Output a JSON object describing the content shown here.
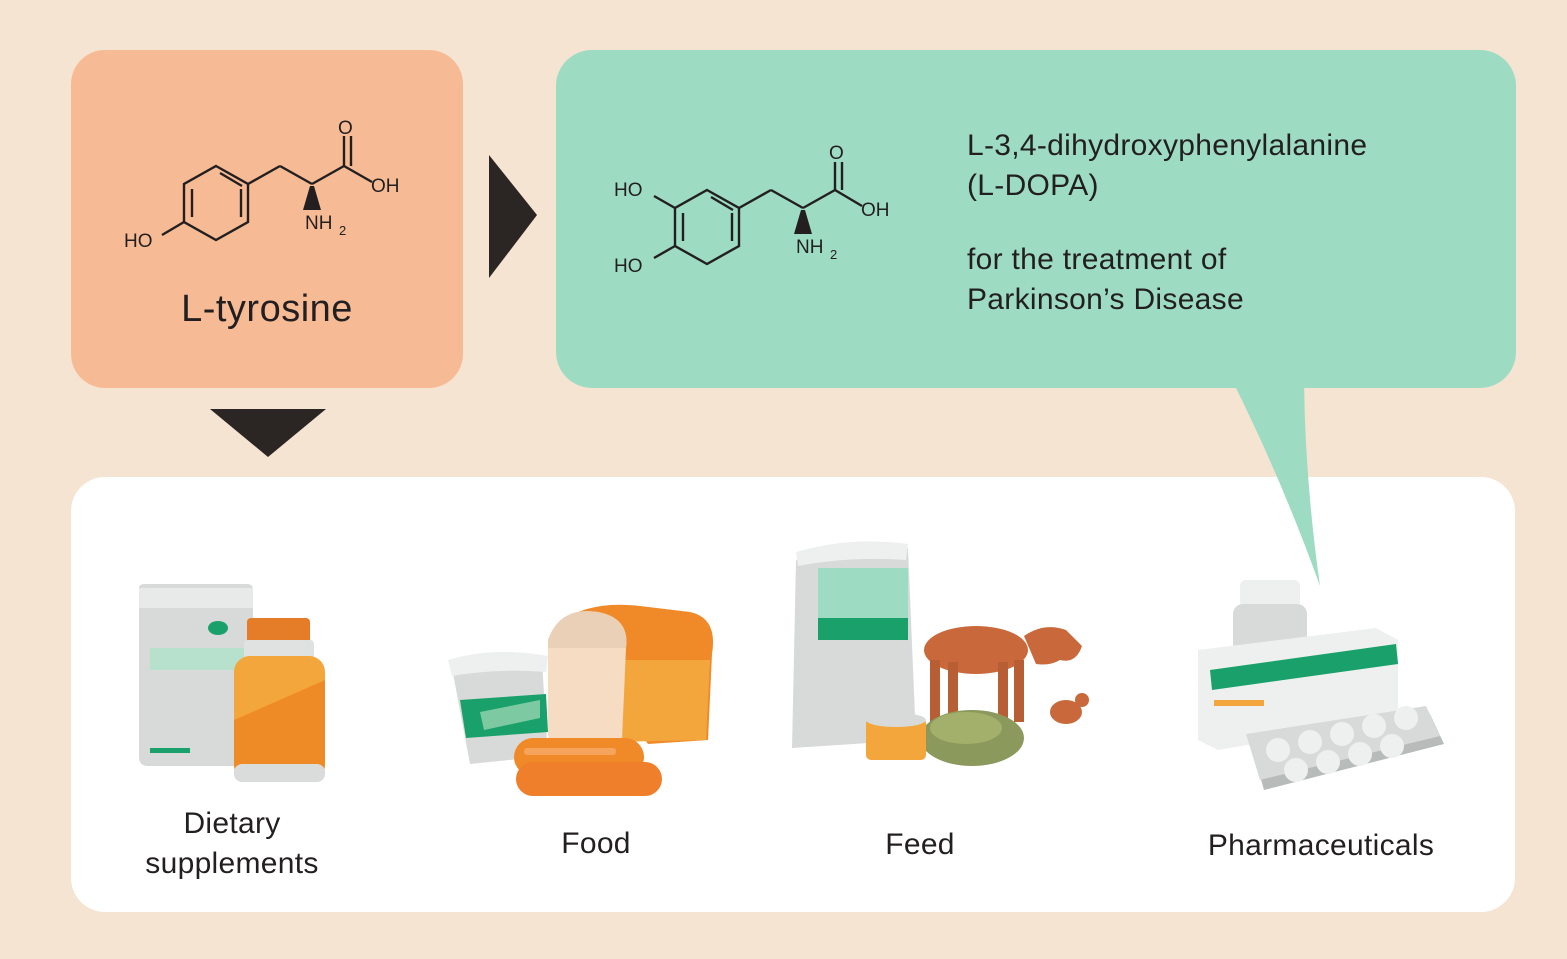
{
  "colors": {
    "background": "#f5e4d2",
    "tyrosine_box": "#f6bb95",
    "dopa_box": "#9ddcc2",
    "products_panel": "#ffffff",
    "arrow": "#2b2523"
  },
  "tyrosine": {
    "name": "L-tyrosine",
    "atoms": {
      "o": "O",
      "oh": "OH",
      "nh": "NH",
      "sub2": "2",
      "ho": "HO"
    }
  },
  "dopa": {
    "atoms": {
      "o": "O",
      "oh": "OH",
      "nh": "NH",
      "sub2": "2",
      "ho1": "HO",
      "ho2": "HO"
    },
    "name_line1": "L-3,4-dihydroxyphenylalanine",
    "name_line2": "(L-DOPA)",
    "use_line1": "for the treatment of",
    "use_line2": "Parkinson’s Disease"
  },
  "products": [
    {
      "icon": "supplements-icon",
      "label_line1": "Dietary",
      "label_line2": "supplements"
    },
    {
      "icon": "food-icon",
      "label_line1": "Food",
      "label_line2": ""
    },
    {
      "icon": "feed-icon",
      "label_line1": "Feed",
      "label_line2": ""
    },
    {
      "icon": "pharmaceuticals-icon",
      "label_line1": "Pharmaceuticals",
      "label_line2": ""
    }
  ]
}
